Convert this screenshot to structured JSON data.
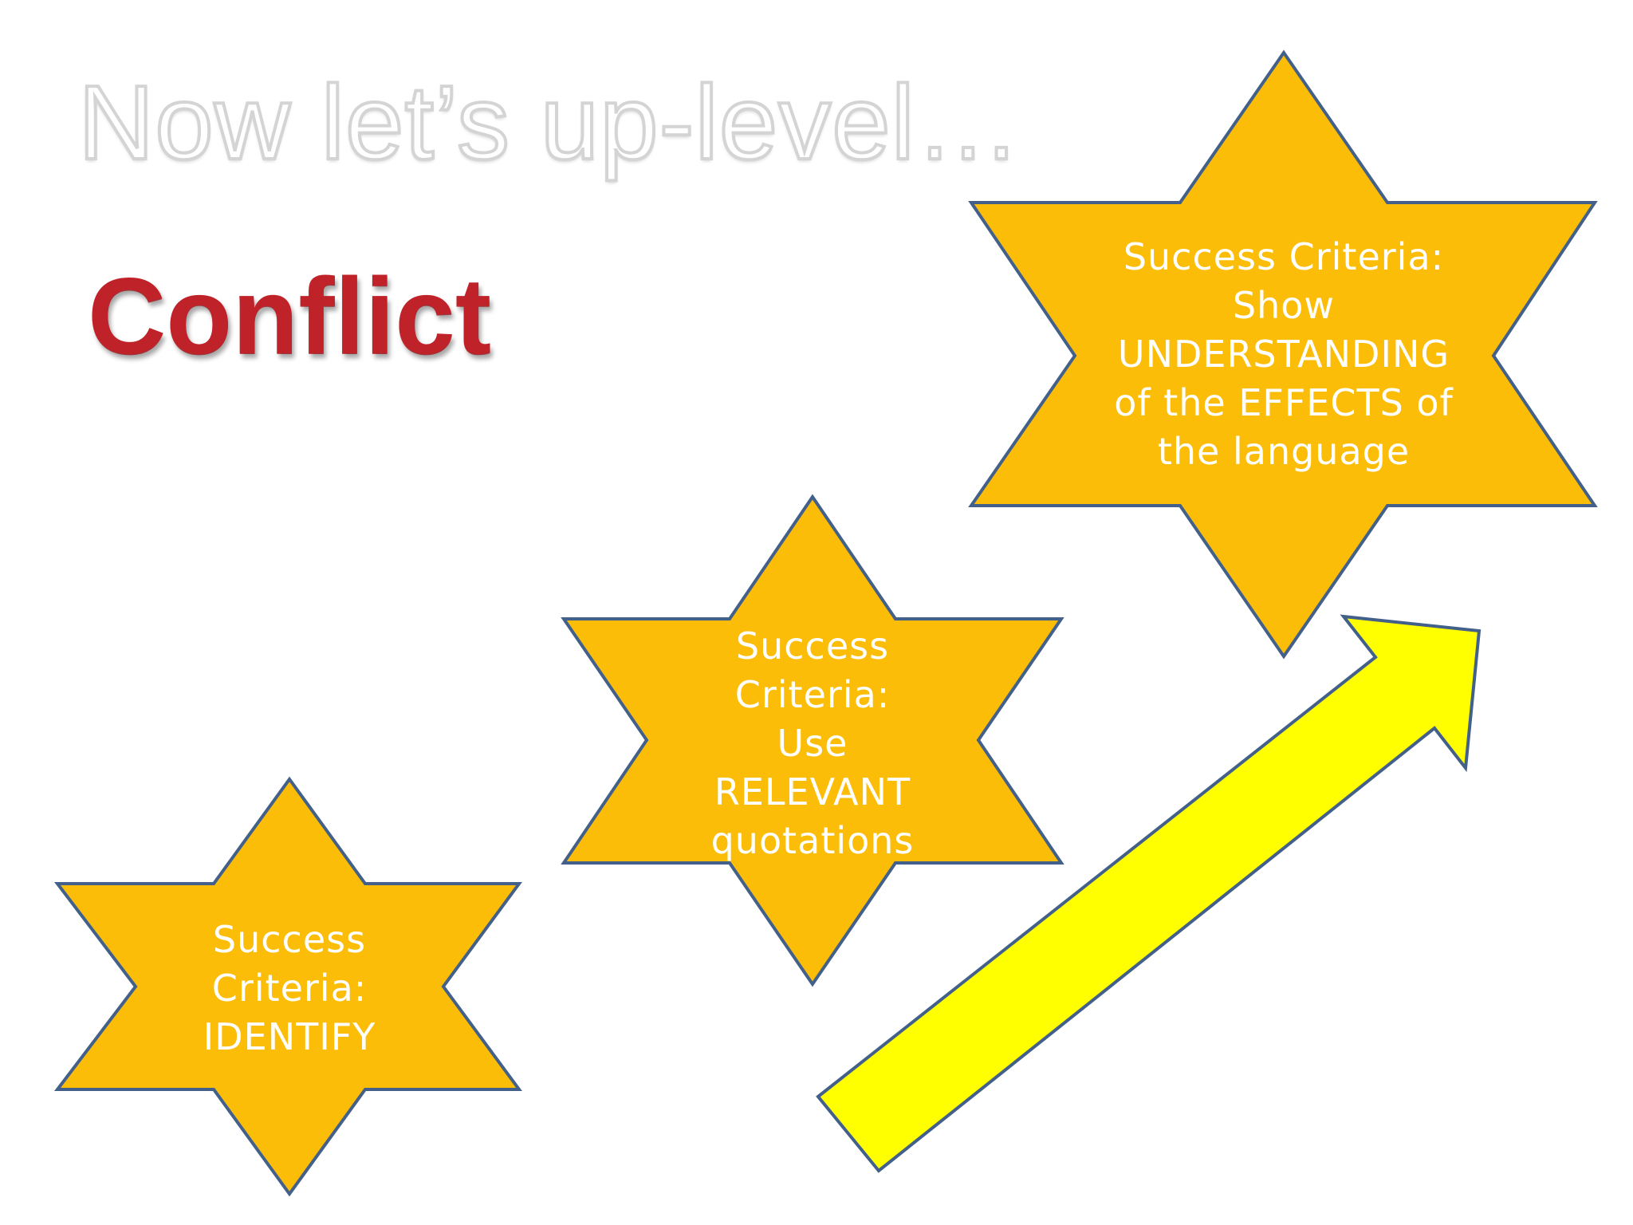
{
  "slide": {
    "title": "Now let’s up-level…",
    "subtitle": "Conflict"
  },
  "stars": {
    "identify": {
      "line1": "Success",
      "line2": "Criteria:",
      "line3": "IDENTIFY"
    },
    "relevant": {
      "line1": "Success",
      "line2": "Criteria:",
      "line3": "Use",
      "line4": "RELEVANT",
      "line5": "quotations"
    },
    "effects": {
      "line1": "Success Criteria:",
      "line2": "Show",
      "line3": "UNDERSTANDING",
      "line4": "of the EFFECTS of",
      "line5": "the language"
    }
  },
  "colors": {
    "star_fill": "#fbbd08",
    "arrow_fill": "#ffff00",
    "outline": "#42608a",
    "subtitle": "#c0222a"
  }
}
